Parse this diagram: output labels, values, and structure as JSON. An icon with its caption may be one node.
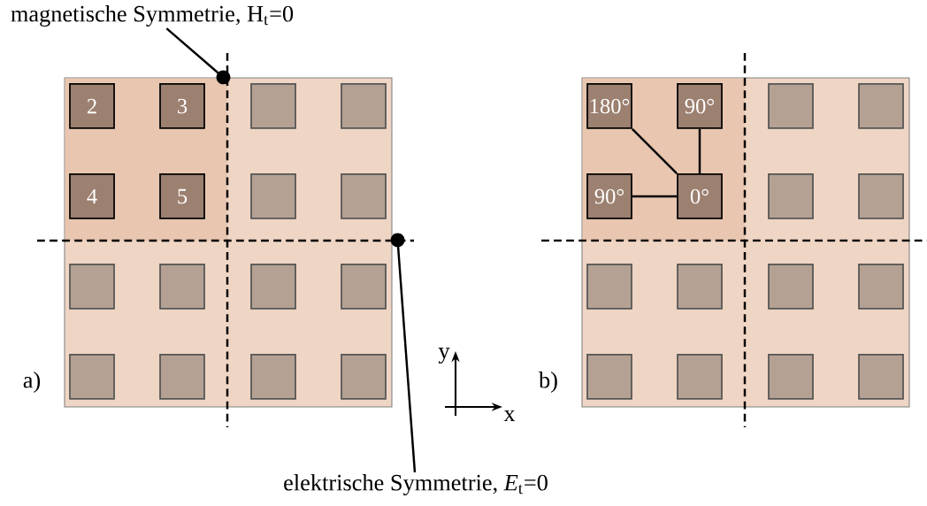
{
  "diagram": {
    "nodes": [
      {
        "text": [
          "magnetische Symmetrie, H$_{t}$=0"
        ]
      },
      {
        "text": [],
        "shape": "box"
      },
      {
        "text": [
          "2"
        ],
        "in": 1
      },
      {
        "text": [
          "3"
        ],
        "in": 1
      },
      {
        "text": [],
        "shape": "box",
        "in": 1
      },
      {
        "text": [],
        "shape": "box",
        "in": 1
      },
      {
        "text": [
          "4"
        ],
        "in": 1
      },
      {
        "text": [
          "5"
        ],
        "in": 1
      },
      {
        "text": [],
        "shape": "box",
        "in": 1
      },
      {
        "text": [],
        "shape": "box",
        "in": 1
      },
      {
        "text": [],
        "shape": "box",
        "in": 1
      },
      {
        "text": [],
        "shape": "box",
        "in": 1
      },
      {
        "text": [],
        "shape": "box",
        "in": 1
      },
      {
        "text": [],
        "shape": "box",
        "in": 1
      },
      {
        "text": [],
        "shape": "box",
        "in": 1
      },
      {
        "text": [],
        "shape": "box",
        "in": 1
      },
      {
        "text": [],
        "shape": "box",
        "in": 1
      },
      {
        "text": [],
        "shape": "box",
        "in": 1
      },
      {
        "text": [],
        "shape": "box"
      },
      {
        "text": [
          "180°"
        ],
        "in": 18
      },
      {
        "text": [
          "90°"
        ],
        "in": 18
      },
      {
        "text": [],
        "shape": "box",
        "in": 18
      },
      {
        "text": [],
        "shape": "box",
        "in": 18
      },
      {
        "text": [
          "90°"
        ],
        "in": 18
      },
      {
        "text": [
          "0°"
        ],
        "in": 18
      },
      {
        "text": [],
        "shape": "box",
        "in": 18
      },
      {
        "text": [],
        "shape": "box",
        "in": 18
      },
      {
        "text": [],
        "shape": "box",
        "in": 18
      },
      {
        "text": [],
        "shape": "box",
        "in": 18
      },
      {
        "text": [],
        "shape": "box",
        "in": 18
      },
      {
        "text": [],
        "shape": "box",
        "in": 18
      },
      {
        "text": [],
        "shape": "box",
        "in": 18
      },
      {
        "text": [],
        "shape": "box",
        "in": 18
      },
      {
        "text": [],
        "shape": "box",
        "in": 18
      },
      {
        "text": [],
        "shape": "box",
        "in": 18
      },
      {
        "text": [
          "elektrische Symmetrie, *E*$_{t}$=0"
        ]
      }
    ],
    "edges": [
      {
        "from": 0,
        "to": 1,
        "arrow": "other"
      },
      {
        "from": 35,
        "to": 1,
        "arrow": "other"
      },
      {
        "from": 19,
        "to": 24,
        "arrow": "none"
      },
      {
        "from": 20,
        "to": 24,
        "arrow": "none"
      },
      {
        "from": 23,
        "to": 24,
        "arrow": "none"
      }
    ],
    "labels": [
      "a)",
      "y",
      "x",
      "b)"
    ]
  }
}
